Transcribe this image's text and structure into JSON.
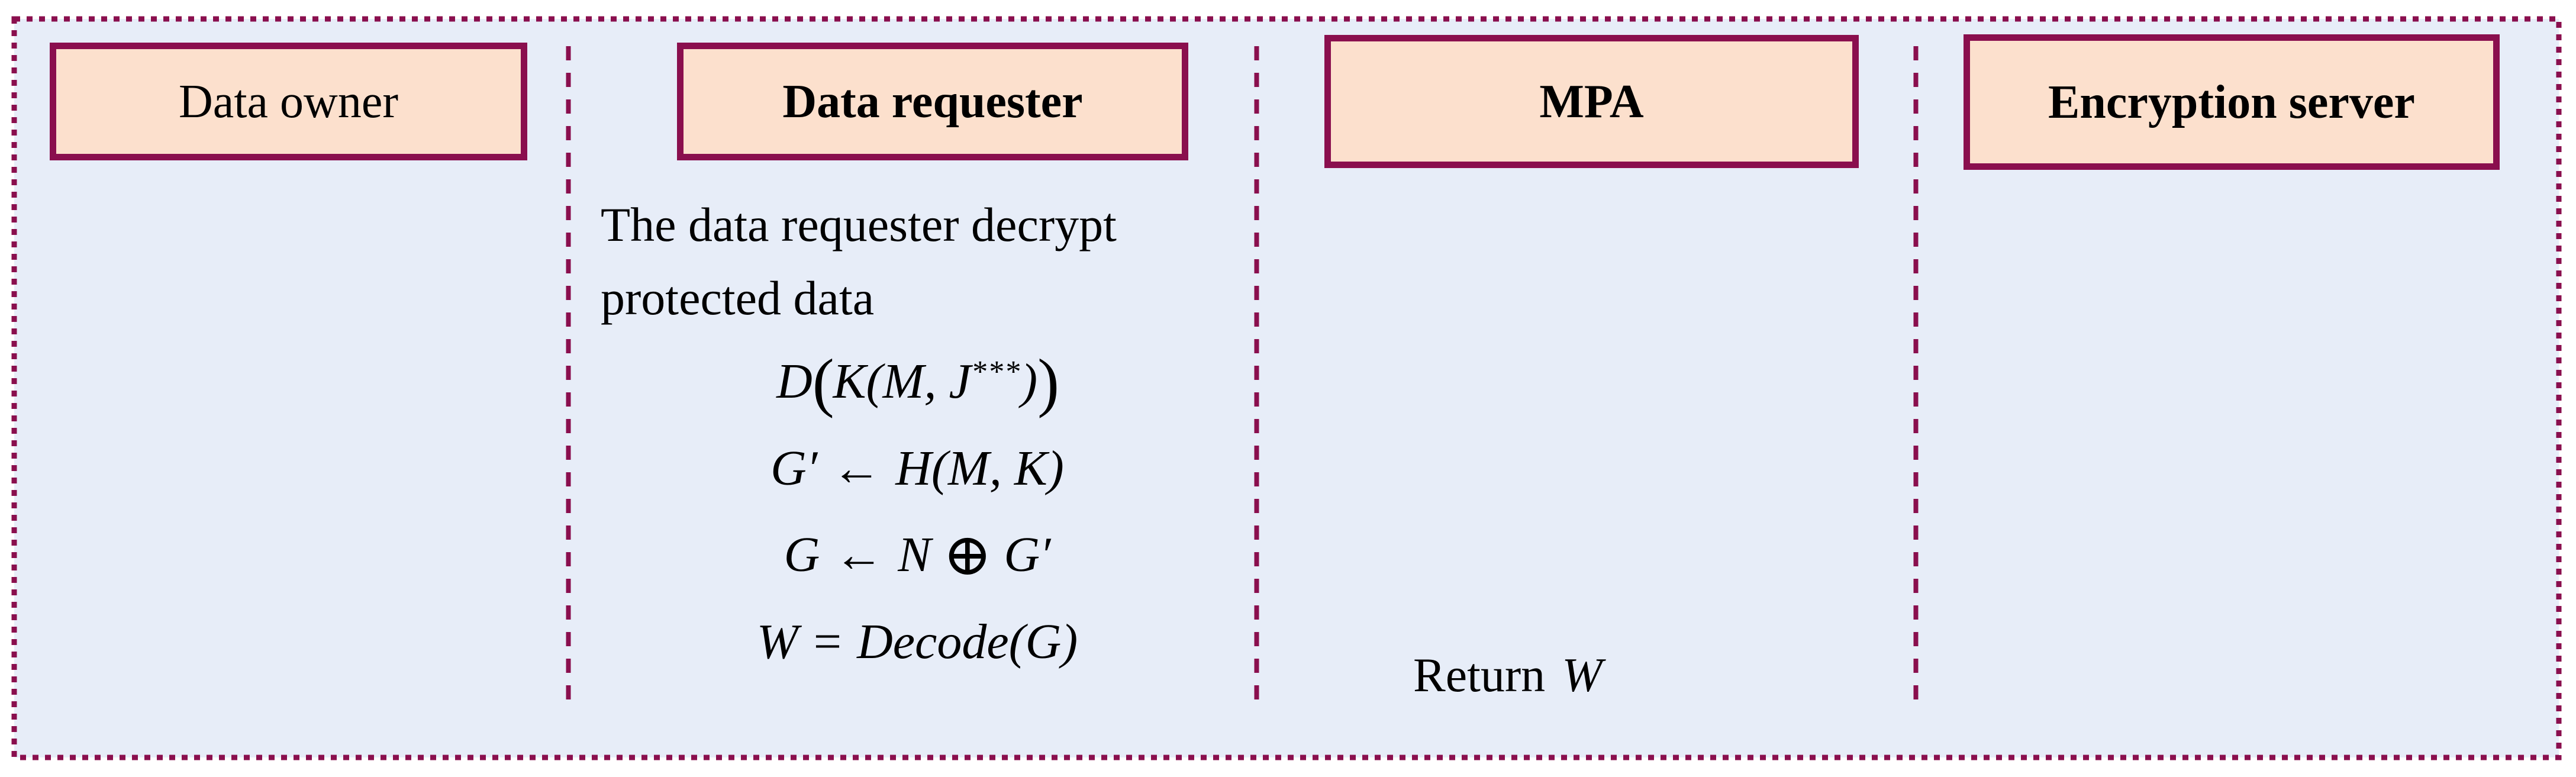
{
  "colors": {
    "page_background": "#ffffff",
    "panel_background": "#e7edf8",
    "border_maroon": "#8a0f4e",
    "box_fill_peach": "#fce0cd",
    "text": "#000000"
  },
  "actors": [
    {
      "label": "Data owner"
    },
    {
      "label": "Data requester"
    },
    {
      "label": "MPA"
    },
    {
      "label": "Encryption server"
    }
  ],
  "note": {
    "line1": "The data requester decrypt",
    "line2": "protected data"
  },
  "formulas": {
    "f1": {
      "func": "D",
      "open_big": "(",
      "inner": "K(M, J",
      "sup": "***",
      "close_small": ")",
      "close_big": ")"
    },
    "f2": {
      "lhs": "G′",
      "arrow": "←",
      "rhs": "H(M, K)"
    },
    "f3": {
      "lhs": "G",
      "arrow": "←",
      "operand": "N",
      "op": "⊕",
      "rhs": "G′"
    },
    "f4": {
      "lhs": "W",
      "eq": "=",
      "func": "Decode",
      "arg": "(G)"
    }
  },
  "return_message": {
    "word": "Return",
    "variable": "W"
  }
}
